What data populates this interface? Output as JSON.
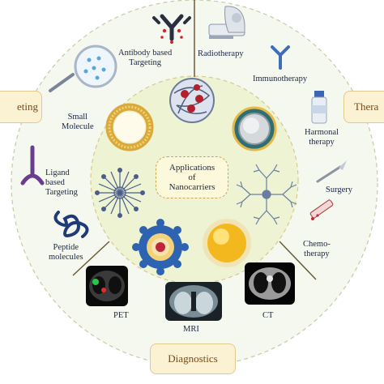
{
  "center": {
    "line1": "Applications",
    "line2": "of",
    "line3": "Nanocarriers"
  },
  "categories": {
    "left": "eting",
    "right": "Thera",
    "bottom": "Diagnostics"
  },
  "labels": {
    "antibody": [
      "Antibody based",
      "Targeting"
    ],
    "radiotherapy": "Radiotherapy",
    "immunotherapy": "Immunotherapy",
    "hormonal": [
      "Harmonal",
      "therapy"
    ],
    "surgery": "Surgery",
    "chemo": [
      "Chemo-",
      "therapy"
    ],
    "small_molecule": [
      "Small",
      "Molecule"
    ],
    "ligand": [
      "Ligand",
      "based",
      "Targeting"
    ],
    "peptide": [
      "Peptide",
      "molecules"
    ],
    "pet": "PET",
    "mri": "MRI",
    "ct": "CT"
  },
  "colors": {
    "outer_ring": "#f4f8ec",
    "inner_disk": "#eef3d2",
    "accent_gold": "#c9a64f"
  }
}
